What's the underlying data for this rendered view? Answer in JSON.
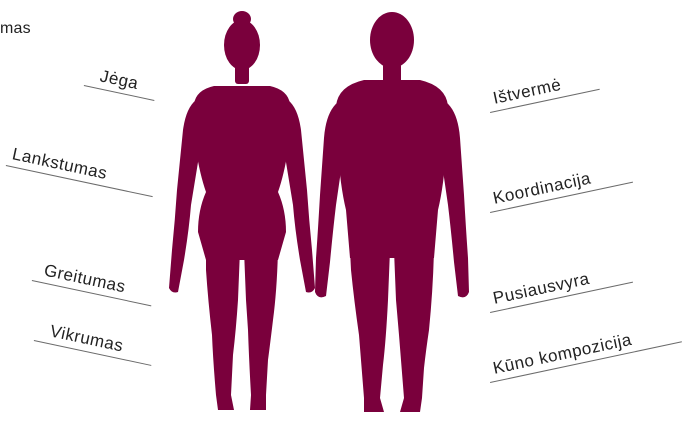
{
  "cropped_heading": "mas",
  "figure_color": "#7a003c",
  "labels_left": [
    "Jėga",
    "Lankstumas",
    "Greitumas",
    "Vikrumas"
  ],
  "labels_right": [
    "Ištvermė",
    "Koordinacija",
    "Pusiausvyra",
    "Kūno kompozicija"
  ],
  "figures": [
    "female-silhouette",
    "male-silhouette"
  ]
}
